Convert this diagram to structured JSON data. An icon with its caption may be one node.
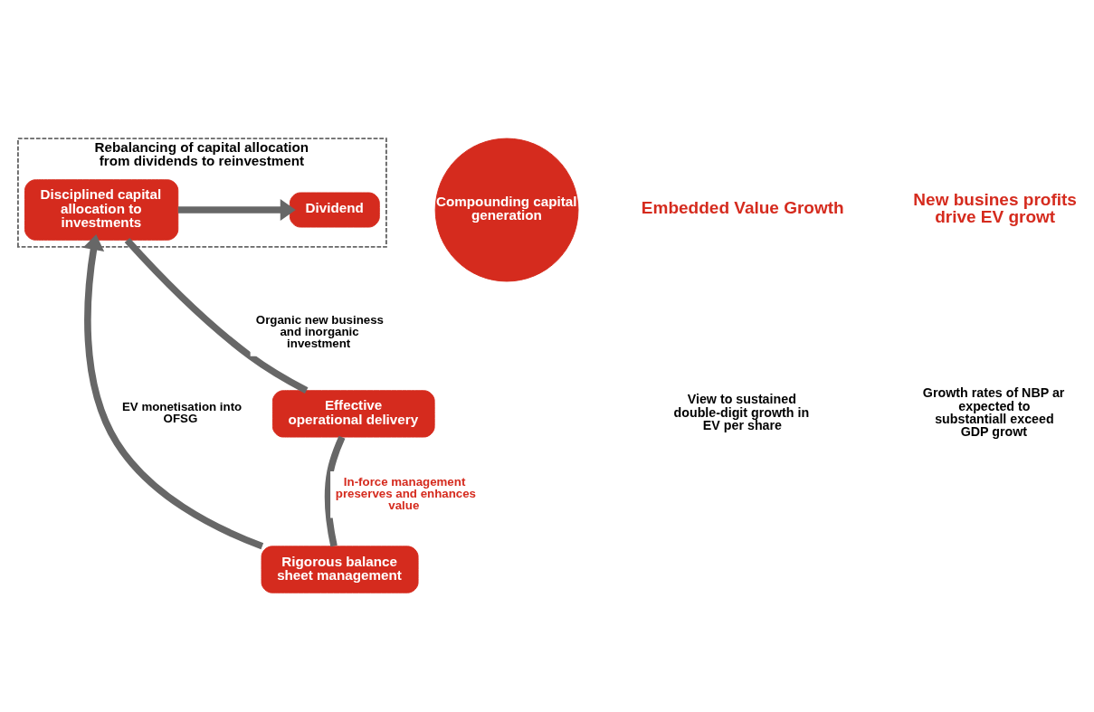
{
  "diagram": {
    "nodes": [
      {
        "text": [
          "Rebalancing of capital allocation from dividends to reinvestment"
        ]
      },
      {
        "text": [
          "Disciplined capital allocation to investments"
        ],
        "in": 0
      },
      {
        "text": [
          "Dividend"
        ],
        "in": 0
      },
      {
        "text": [
          "Compounding capital generation"
        ]
      },
      {
        "text": [
          "Rigorous balance sheet management"
        ]
      },
      {
        "text": [
          "Effective operational delivery"
        ]
      }
    ],
    "edges": [
      {
        "from": 1,
        "to": 2,
        "arrow": "to"
      },
      {
        "from": 4,
        "to": 1,
        "arrow": "to",
        "label": "EV monetisation into OFSG"
      },
      {
        "from": 1,
        "to": 5,
        "arrow": "none",
        "label": "Organic new business and inorganic investment"
      },
      {
        "from": 5,
        "to": 4,
        "arrow": "none",
        "label": "In-force management preserves and enhances value"
      }
    ],
    "labels": [
      "Embedded Value Growth",
      "View to sustained double-digit growth in EV per share",
      "New busines profits drive EV growt",
      "Growth rates of NBP ar expected to substantiall exceed GDP growt"
    ]
  }
}
